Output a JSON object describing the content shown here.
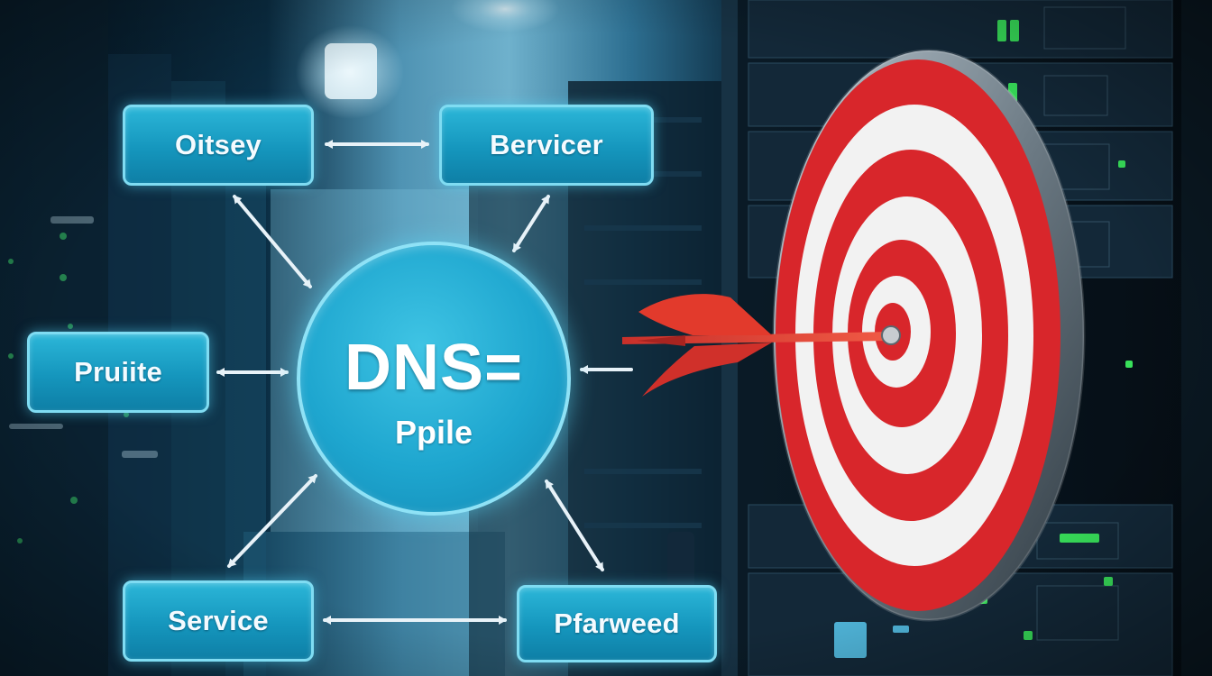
{
  "hub": {
    "title": "DNS=",
    "subtitle": "Ppile"
  },
  "nodes": {
    "top_left": "Oitsey",
    "top_right": "Bervicer",
    "middle_left": "Pruiite",
    "bottom_left": "Service",
    "bottom_right": "Pfarweed"
  },
  "colors": {
    "node_fill": "#1596bd",
    "node_border": "#7fdcf2",
    "arrow": "#e8f2f8",
    "target_red": "#d8262b",
    "target_white": "#f2f2f2",
    "dart": "#e23a2c",
    "server_led": "#38e05a"
  },
  "icons": {
    "target": "bullseye-target-icon",
    "dart": "dart-icon"
  }
}
